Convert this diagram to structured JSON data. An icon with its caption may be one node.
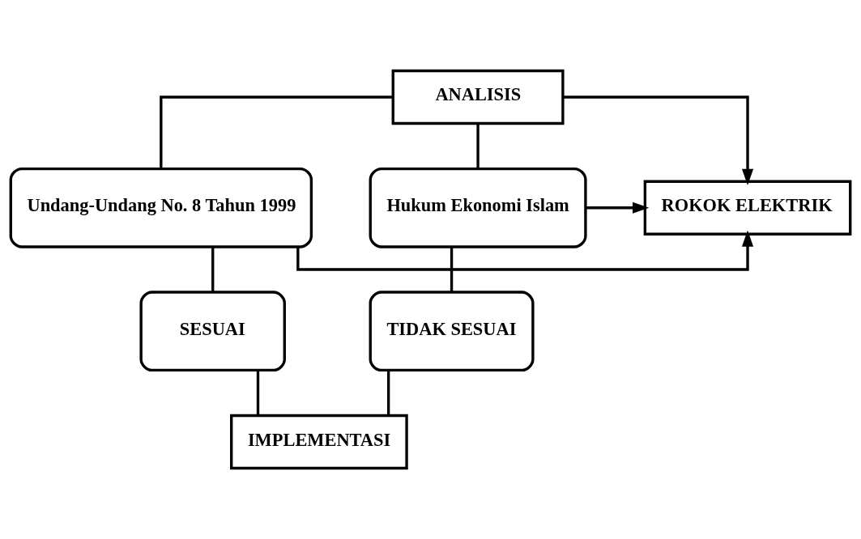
{
  "diagram": {
    "nodes": [
      {
        "text": [
          "ANALISIS"
        ]
      },
      {
        "text": [
          "Undang-Undang No. 8 Tahun 1999"
        ]
      },
      {
        "text": [
          "ROKOK ELEKTRIK"
        ]
      },
      {
        "text": [
          "Hukum Ekonomi Islam"
        ]
      },
      {
        "text": [
          "SESUAI"
        ]
      },
      {
        "text": [
          "TIDAK SESUAI"
        ]
      },
      {
        "text": [
          "IMPLEMENTASI"
        ]
      }
    ],
    "edges": [
      {
        "from": 0,
        "to": 1,
        "arrow": "none"
      },
      {
        "from": 0,
        "to": 3,
        "arrow": "none"
      },
      {
        "from": 0,
        "to": 2,
        "arrow": "to"
      },
      {
        "from": 1,
        "to": 2,
        "arrow": "to"
      },
      {
        "from": 3,
        "to": 2,
        "arrow": "to"
      },
      {
        "from": 1,
        "to": 4,
        "arrow": "none"
      },
      {
        "from": 3,
        "to": 5,
        "arrow": "none"
      },
      {
        "from": 4,
        "to": 6,
        "arrow": "none"
      },
      {
        "from": 5,
        "to": 6,
        "arrow": "none"
      }
    ]
  }
}
